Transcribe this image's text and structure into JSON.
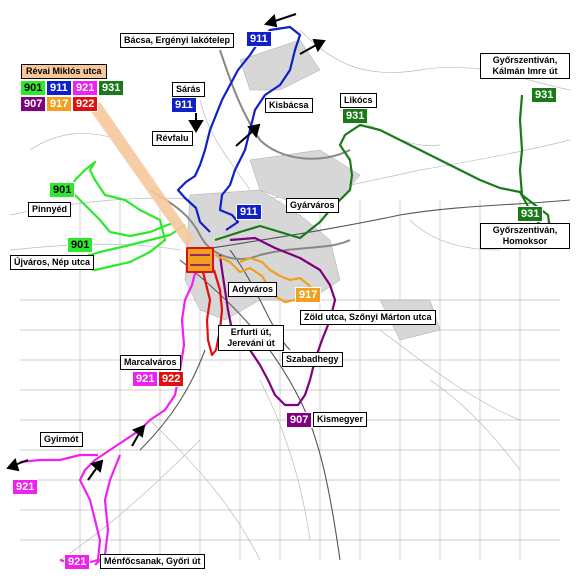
{
  "colors": {
    "r901": "#2ee82e",
    "r911": "#1020c8",
    "r921": "#f020f0",
    "r931": "#1a7a1a",
    "r907": "#800080",
    "r917": "#f0a020",
    "r922": "#e01010",
    "header_bg": "#f6c89b"
  },
  "legend": {
    "title": "Révai Miklós utca",
    "routes": [
      "901",
      "911",
      "921",
      "931",
      "907",
      "917",
      "922"
    ]
  },
  "places": {
    "bacsa": "Bácsa, Ergényi lakótelep",
    "saras": "Sárás",
    "kisbacsa": "Kisbácsa",
    "revfalu": "Révfalu",
    "likocs": "Likócs",
    "gyorszentivan_kalman": "Győrszentiván, Kálmán Imre út",
    "pinnyed": "Pinnyéd",
    "gyarvaros": "Gyárváros",
    "ujvaros": "Újváros, Nép utca",
    "gyorszentivan_homoksor": "Győrszentiván, Homoksor",
    "adyvaros": "Adyváros",
    "zold_utca": "Zöld utca, Szőnyi Márton utca",
    "erfurti": "Erfurti út, Jereváni út",
    "szabadhegy": "Szabadhegy",
    "marcalvaros": "Marcalváros",
    "kismegyer": "Kismegyer",
    "gyirmot": "Gyirmót",
    "menfocsanak": "Ménfőcsanak, Győri út"
  },
  "badges": {
    "b911_bacsa": "911",
    "b911_saras": "911",
    "b931_likocs": "931",
    "b931_kalman": "931",
    "b901_pinnyed": "901",
    "b911_gyarvaros": "911",
    "b901_ujvaros": "901",
    "b931_homoksor": "931",
    "b917": "917",
    "b921_marcal": "921",
    "b922_marcal": "922",
    "b907": "907",
    "b921_gyirmot": "921",
    "b921_menfo": "921"
  }
}
